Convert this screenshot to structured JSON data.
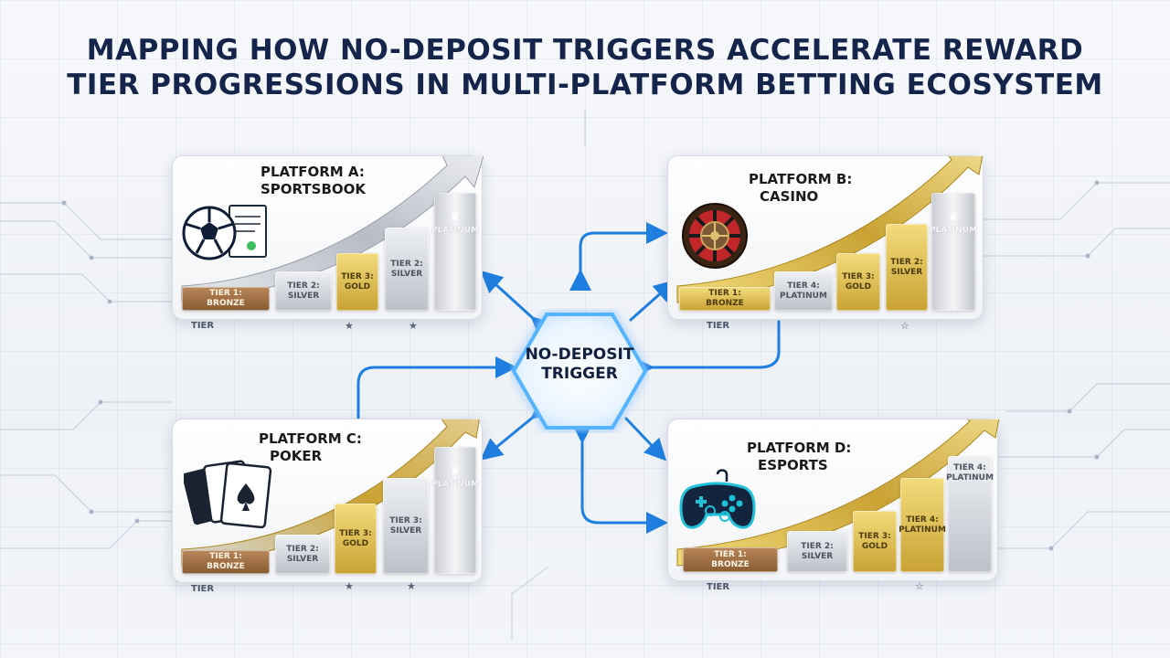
{
  "title": {
    "line1": "MAPPING HOW NO-DEPOSIT TRIGGERS ACCELERATE REWARD",
    "line2": "TIER PROGRESSIONS IN MULTI-PLATFORM BETTING ECOSYSTEM"
  },
  "hub": {
    "line1": "NO-DEPOSIT",
    "line2": "TRIGGER"
  },
  "colors": {
    "accent_blue": "#1f7fe0",
    "bronze": "#8a5a32",
    "gold": "#c9a233",
    "silver": "#bcc1c9",
    "title": "#14244a"
  },
  "platforms": [
    {
      "id": "a",
      "title_line1": "PLATFORM A:",
      "title_line2": "SPORTSBOOK",
      "icon": "soccer-ball-and-ticket-icon",
      "tiers": [
        {
          "l1": "TIER 1:",
          "l2": "BRONZE"
        },
        {
          "l1": "TIER 2:",
          "l2": "SILVER"
        },
        {
          "l1": "TIER 3:",
          "l2": "GOLD"
        },
        {
          "l1": "TIER 2:",
          "l2": "SILVER"
        },
        {
          "l1": "",
          "l2": "PLATINUM"
        }
      ],
      "footer": "TIER"
    },
    {
      "id": "b",
      "title_line1": "PLATFORM B:",
      "title_line2": "CASINO",
      "icon": "roulette-wheel-icon",
      "tiers": [
        {
          "l1": "TIER 1:",
          "l2": "BRONZE"
        },
        {
          "l1": "TIER 4:",
          "l2": "PLATINUM"
        },
        {
          "l1": "TIER 3:",
          "l2": "GOLD"
        },
        {
          "l1": "TIER 2:",
          "l2": "SILVER"
        },
        {
          "l1": "",
          "l2": "PLATINUM"
        }
      ],
      "footer": "TIER"
    },
    {
      "id": "c",
      "title_line1": "PLATFORM C:",
      "title_line2": "POKER",
      "icon": "playing-cards-icon",
      "tiers": [
        {
          "l1": "TIER 1:",
          "l2": "BRONZE"
        },
        {
          "l1": "TIER 2:",
          "l2": "SILVER"
        },
        {
          "l1": "TIER 3:",
          "l2": "GOLD"
        },
        {
          "l1": "TIER 3:",
          "l2": "SILVER"
        },
        {
          "l1": "",
          "l2": "PLATINUM"
        }
      ],
      "footer": "TIER"
    },
    {
      "id": "d",
      "title_line1": "PLATFORM D:",
      "title_line2": "ESPORTS",
      "icon": "game-controller-icon",
      "tiers": [
        {
          "l1": "TIER 1:",
          "l2": "BRONZE"
        },
        {
          "l1": "TIER 2:",
          "l2": "SILVER"
        },
        {
          "l1": "TIER 3:",
          "l2": "GOLD"
        },
        {
          "l1": "TIER 4:",
          "l2": "PLATINUM"
        },
        {
          "l1": "TIER 4:",
          "l2": "PLATINUM"
        }
      ],
      "footer": "TIER"
    }
  ]
}
